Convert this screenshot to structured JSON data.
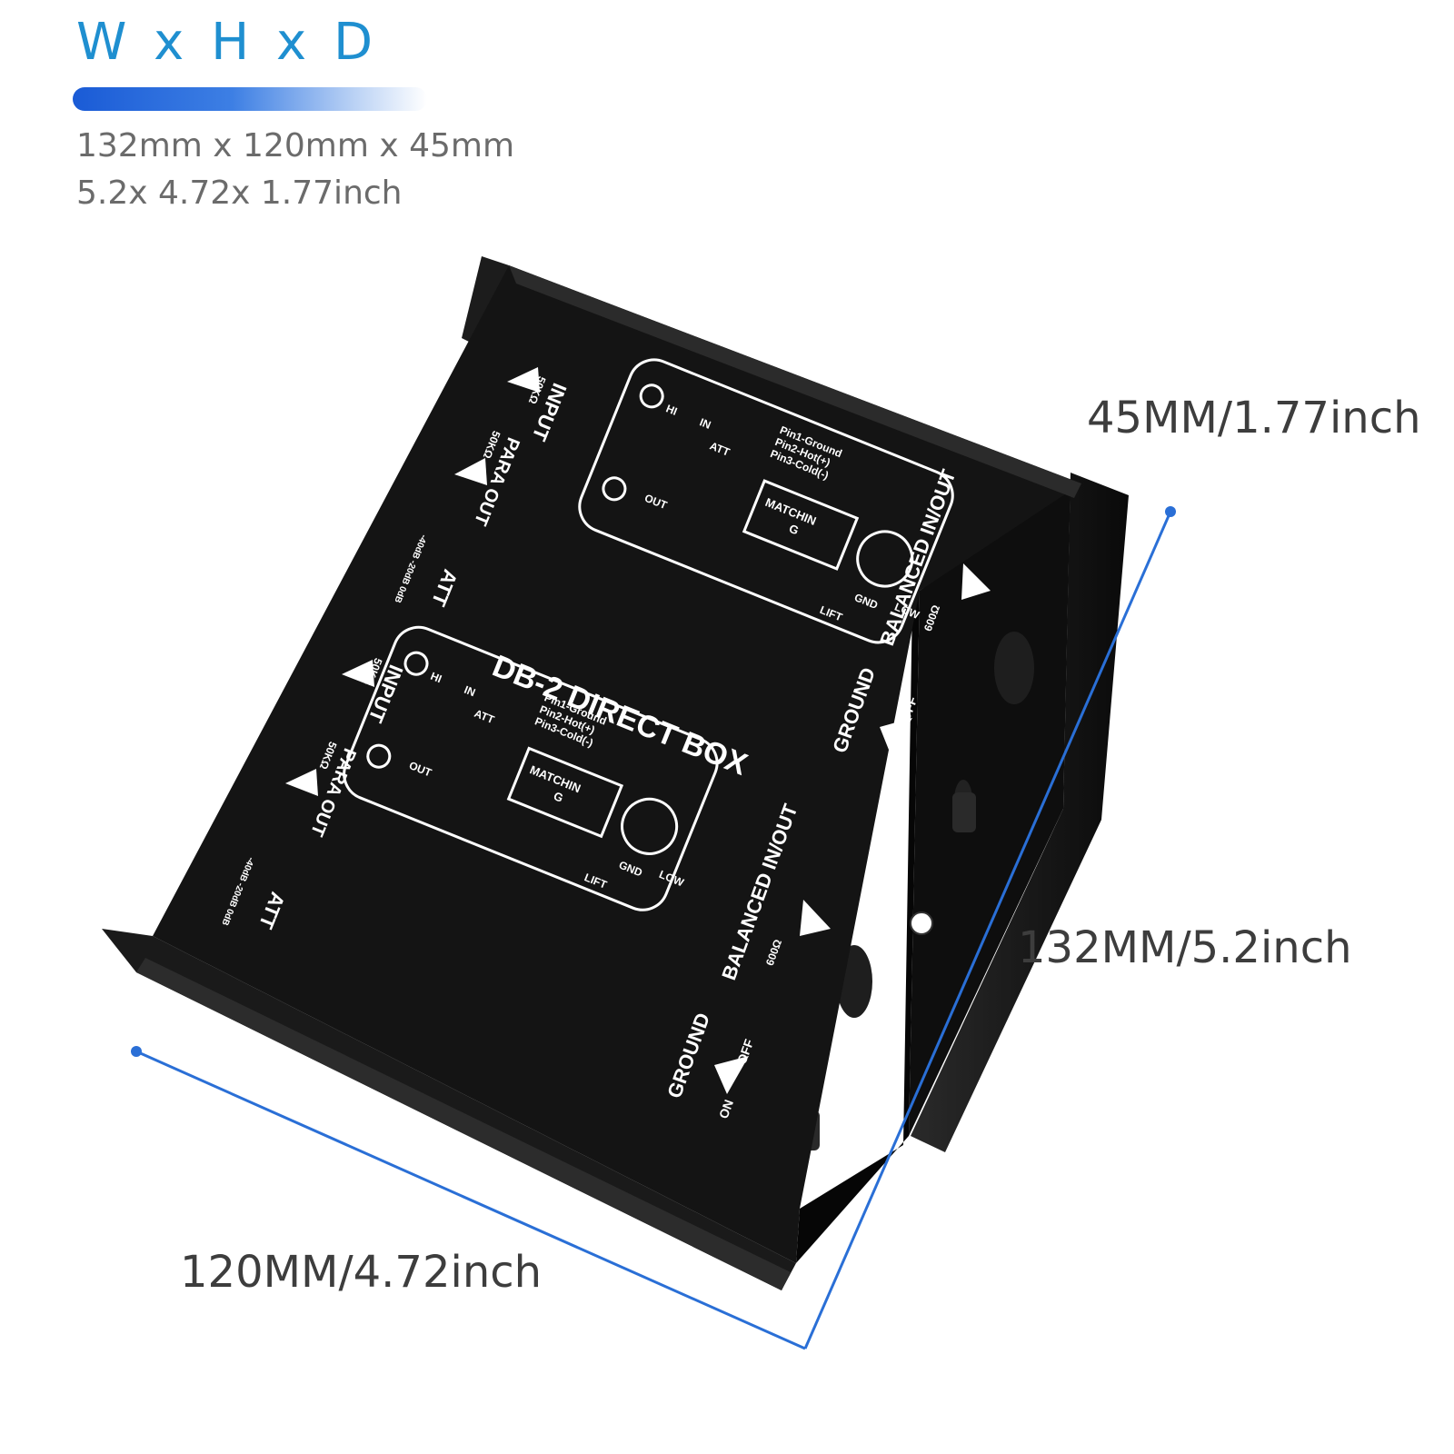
{
  "header": {
    "title": "W x H x D",
    "spec_mm": "132mm x 120mm x 45mm",
    "spec_inch": "5.2x 4.72x 1.77inch"
  },
  "dimensions": {
    "height": "45MM/1.77inch",
    "depth": "132MM/5.2inch",
    "width": "120MM/4.72inch"
  },
  "device": {
    "name": "DB-2 DIRECT BOX",
    "labels": {
      "input": "INPUT",
      "para_out": "PARA OUT",
      "impedance_in": "50KΩ",
      "att": "ATT",
      "att_levels": "-40dB -20dB 0dB",
      "hi": "HI",
      "in": "IN",
      "out": "OUT",
      "pins": [
        "Pin1-Ground",
        "Pin2-Hot(+)",
        "Pin3-Cold(-)"
      ],
      "matching": [
        "MATCHIN",
        "G"
      ],
      "gnd": "GND",
      "low": "LOW",
      "lift": "LIFT",
      "balanced": "BALANCED IN/OUT",
      "impedance_out": "600Ω",
      "ground": "GROUND",
      "off": "OFF",
      "on": "ON"
    }
  },
  "colors": {
    "accent_blue": "#1f8fd0",
    "dimension_line": "#2a6fd6",
    "device_body": "#141414",
    "device_print": "#ffffff"
  }
}
